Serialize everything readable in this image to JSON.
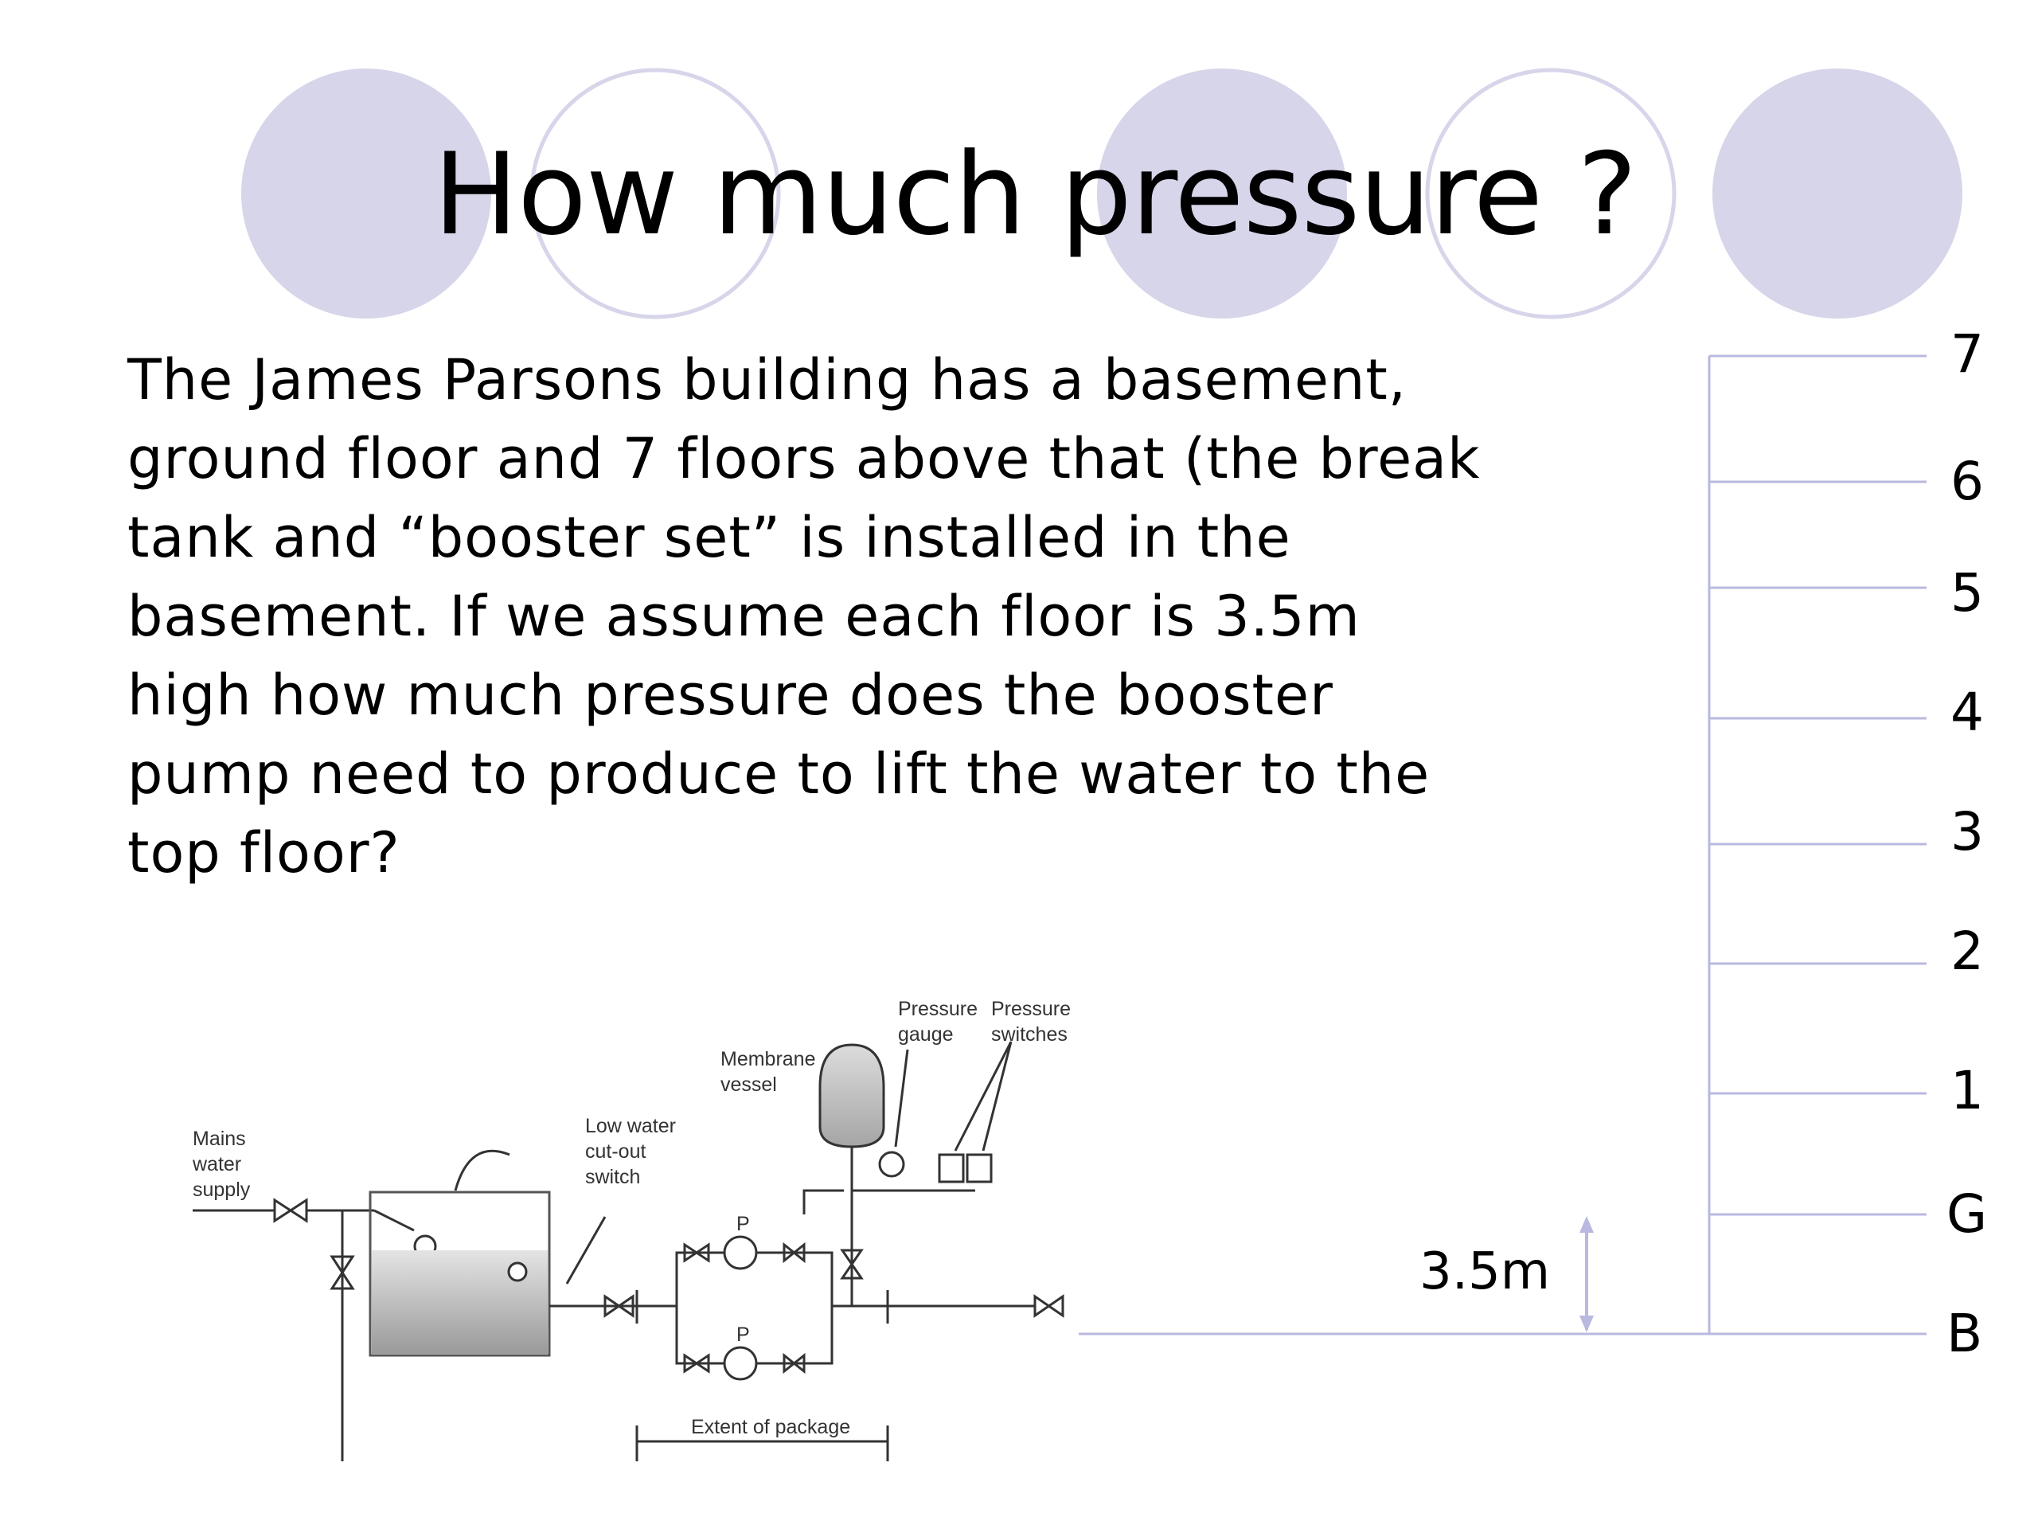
{
  "title": "How much pressure ?",
  "body_lines": [
    "The James Parsons building has a basement,",
    "ground floor and 7 floors above that (the break",
    "tank and “booster set” is installed in the",
    "basement. If we assume each floor is 3.5m",
    "high how much pressure does the booster",
    "pump need to produce to lift the water to the",
    "top floor?"
  ],
  "floors": [
    "7",
    "6",
    "5",
    "4",
    "3",
    "2",
    "1",
    "G",
    "B"
  ],
  "floor_height_label": "3.5m",
  "diagram": {
    "mains_supply": [
      "Mains",
      "water",
      "supply"
    ],
    "low_water_switch": [
      "Low water",
      "cut-out",
      "switch"
    ],
    "membrane_vessel": [
      "Membrane",
      "vessel"
    ],
    "pressure_gauge": [
      "Pressure",
      "gauge"
    ],
    "pressure_switches": [
      "Pressure",
      "switches"
    ],
    "pump_label": "P",
    "extent": "Extent of package"
  },
  "colors": {
    "circle_fill": "#d6d5ea",
    "circle_outline": "#d6d5ea",
    "floor_line": "#b9b8e0"
  }
}
